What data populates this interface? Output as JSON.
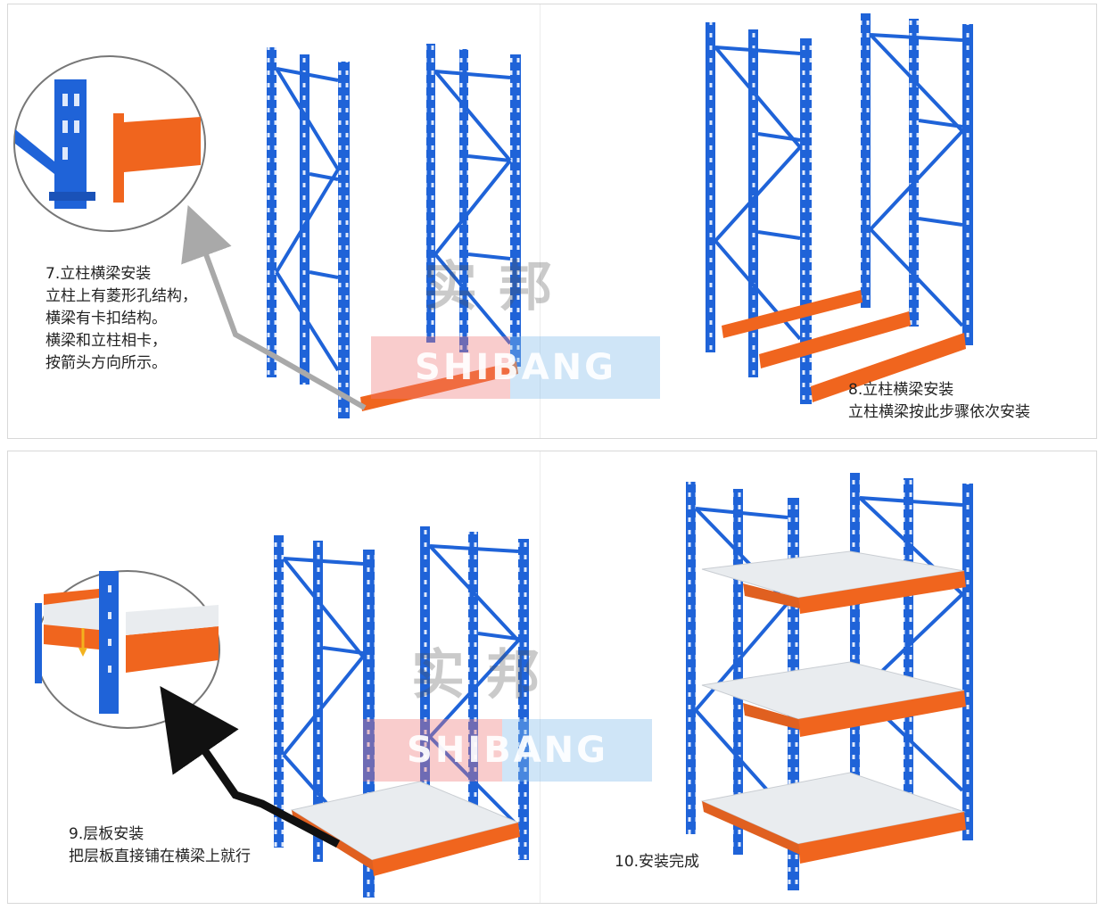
{
  "panel_top": {
    "step7": {
      "title": "7.立柱横梁安装",
      "lines": [
        "立柱上有菱形孔结构，",
        "横梁有卡扣结构。",
        "横梁和立柱相卡，",
        "按箭头方向所示。"
      ]
    },
    "step8": {
      "title": "8.立柱横梁安装",
      "lines": [
        "立柱横梁按此步骤依次安装"
      ]
    },
    "watermark_cn": "实邦",
    "watermark_en": "SHIBANG"
  },
  "panel_bottom": {
    "step9": {
      "title": "9.层板安装",
      "lines": [
        "把层板直接铺在横梁上就行"
      ]
    },
    "step10": {
      "title": "10.安装完成"
    },
    "watermark_cn": "实邦",
    "watermark_en": "SHIBANG"
  },
  "colors": {
    "upright_blue": "#1f63d8",
    "beam_orange": "#f0651e",
    "shelf_panel": "#e9ecef",
    "arrow_gray": "#a9a9a9",
    "arrow_black": "#111111"
  }
}
